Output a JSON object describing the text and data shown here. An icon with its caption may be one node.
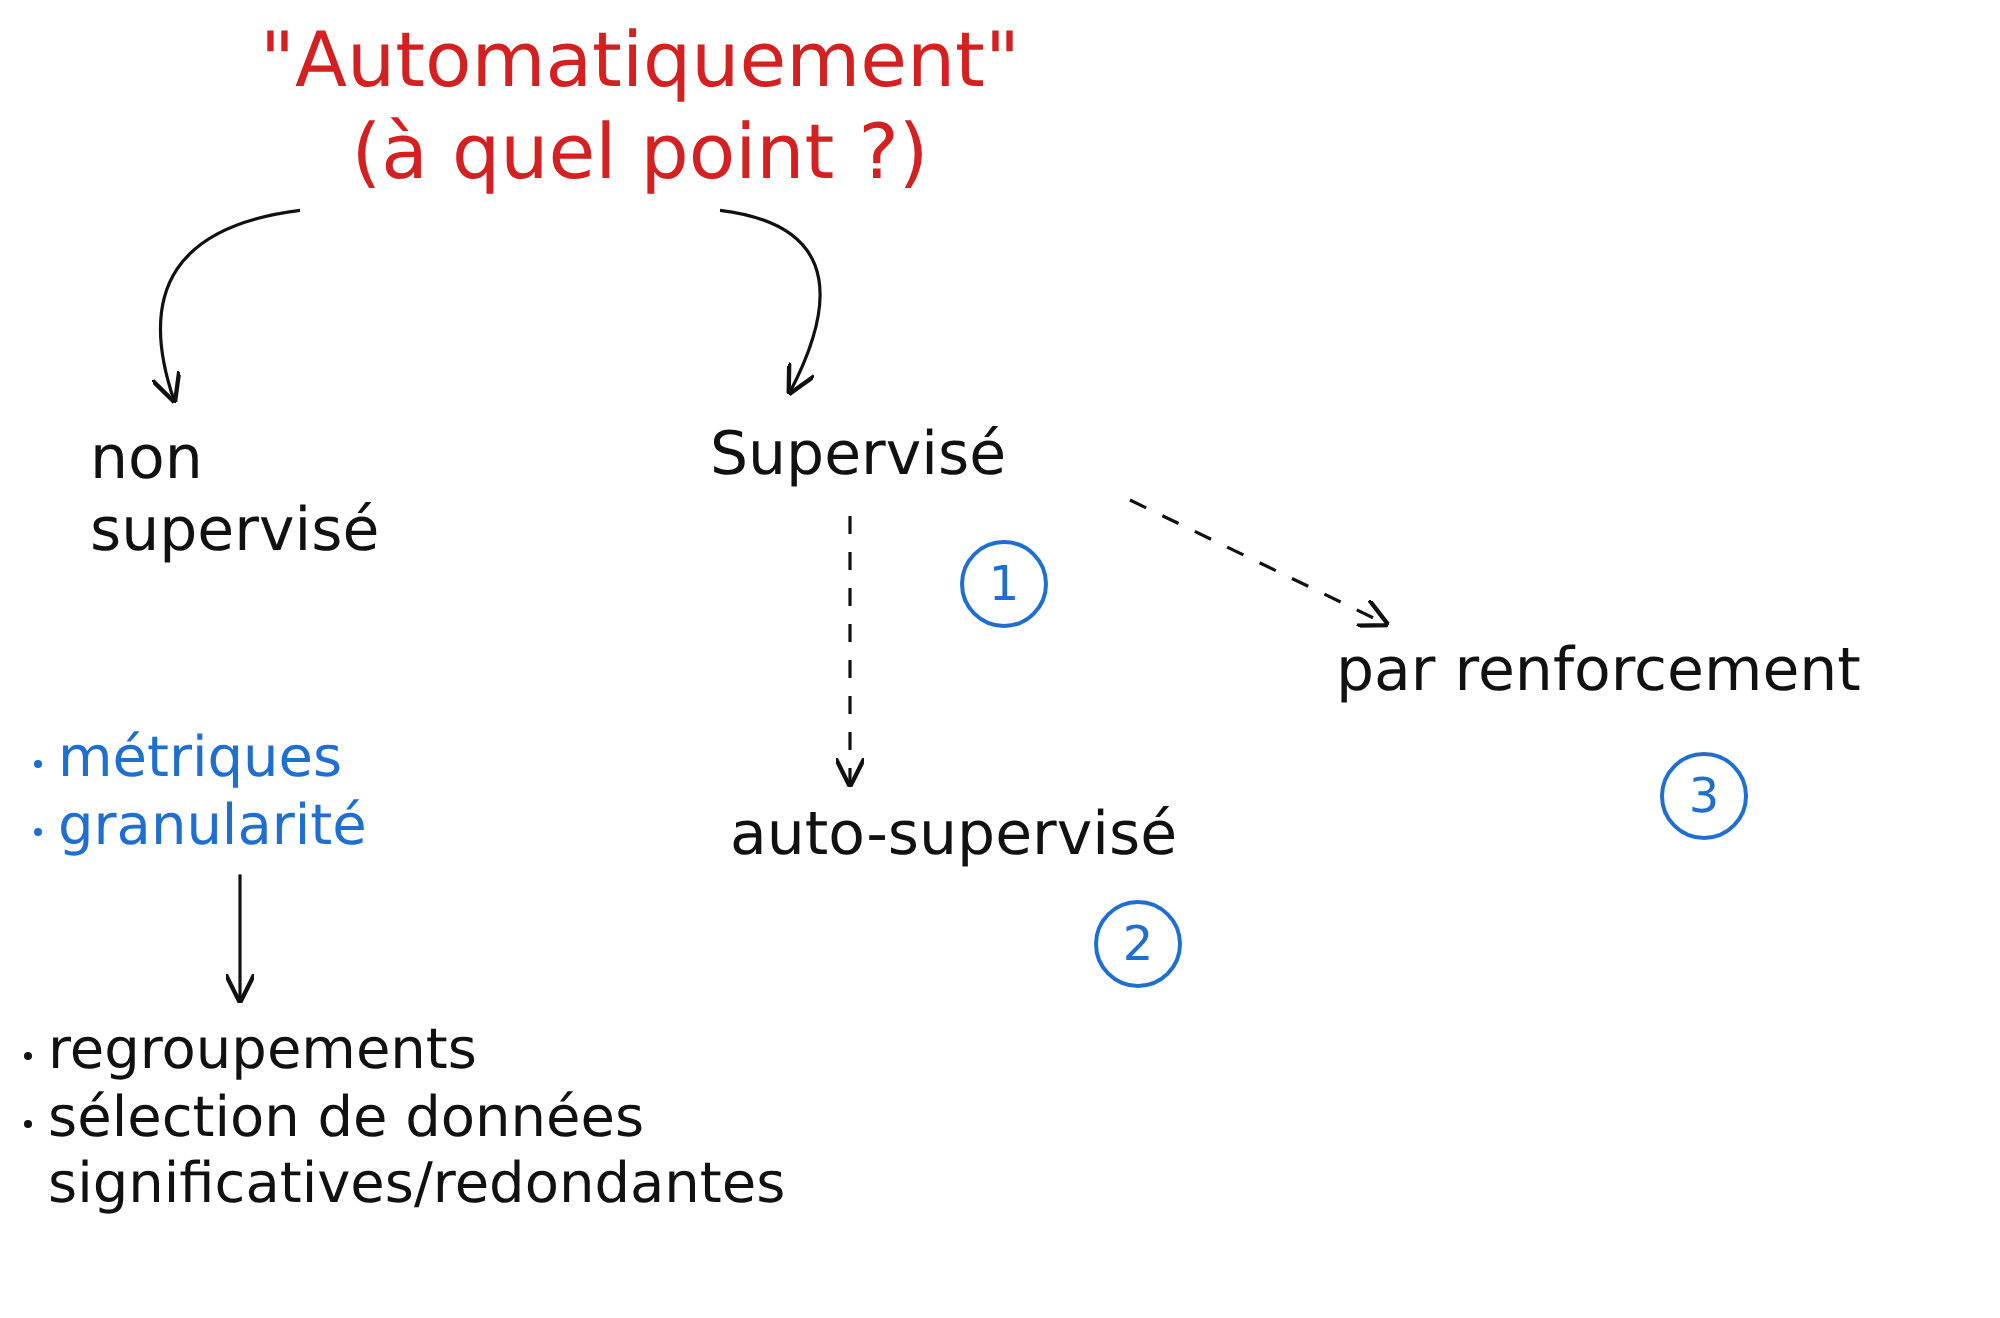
{
  "diagram": {
    "nodes": [
      {
        "text": [
          "\"Automatiquement\"",
          "(à quel point ?)"
        ]
      },
      {
        "text": [
          "non supervisé"
        ]
      },
      {
        "text": [
          "Supervisé"
        ],
        "beside": [
          "1"
        ]
      },
      {
        "text": [
          "auto-supervisé"
        ],
        "beside": [
          "2"
        ]
      },
      {
        "text": [
          "par renforcement"
        ],
        "beside": [
          "3"
        ]
      },
      {
        "text": [
          "métriques",
          "granularité"
        ]
      },
      {
        "text": [
          "regroupements",
          "sélection de données significatives/redondantes"
        ]
      }
    ],
    "edges": [
      {
        "from": 0,
        "to": 1,
        "arrow": "to"
      },
      {
        "from": 0,
        "to": 2,
        "arrow": "to"
      },
      {
        "from": 2,
        "to": 3,
        "arrow": "to",
        "style": "dashed"
      },
      {
        "from": 2,
        "to": 4,
        "arrow": "to",
        "style": "dashed"
      },
      {
        "from": 5,
        "to": 6,
        "arrow": "to"
      }
    ]
  }
}
